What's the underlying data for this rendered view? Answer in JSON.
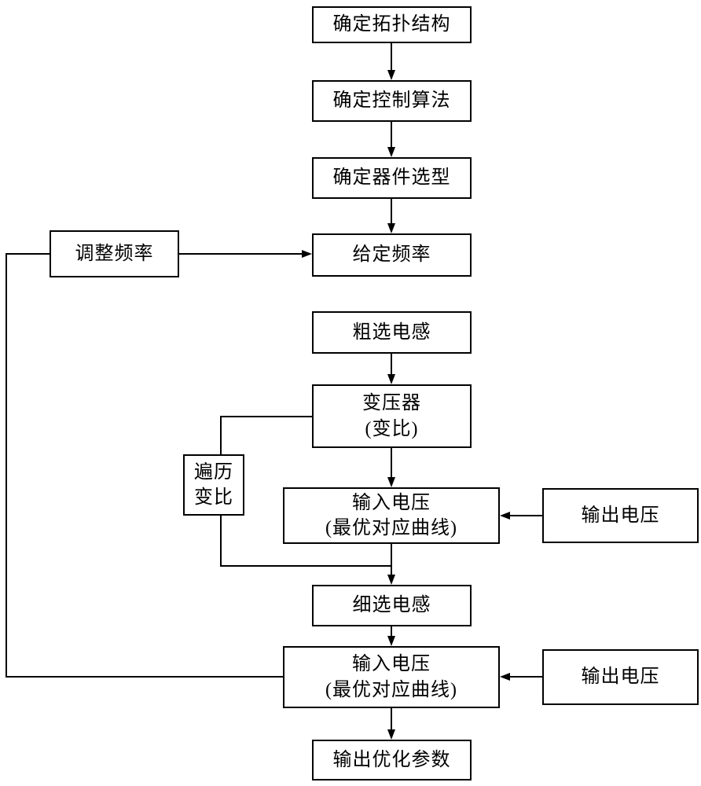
{
  "diagram": {
    "type": "flowchart",
    "background_color": "#ffffff",
    "line_color": "#000000",
    "box_border_color": "#000000",
    "text_color": "#000000",
    "nodes": {
      "topology": {
        "label": "确定拓扑结构"
      },
      "control_algorithm": {
        "label": "确定控制算法"
      },
      "device_selection": {
        "label": "确定器件选型"
      },
      "set_frequency": {
        "label": "给定频率"
      },
      "adjust_frequency": {
        "label": "调整频率"
      },
      "coarse_inductor": {
        "label": "粗选电感"
      },
      "transformer": {
        "label": "变压器\n(变比)"
      },
      "traverse_ratio": {
        "label": "遍历\n变比"
      },
      "input_voltage_1": {
        "label": "输入电压\n(最优对应曲线)"
      },
      "output_voltage_1": {
        "label": "输出电压"
      },
      "fine_inductor": {
        "label": "细选电感"
      },
      "input_voltage_2": {
        "label": "输入电压\n(最优对应曲线)"
      },
      "output_voltage_2": {
        "label": "输出电压"
      },
      "output_parameters": {
        "label": "输出优化参数"
      }
    }
  }
}
